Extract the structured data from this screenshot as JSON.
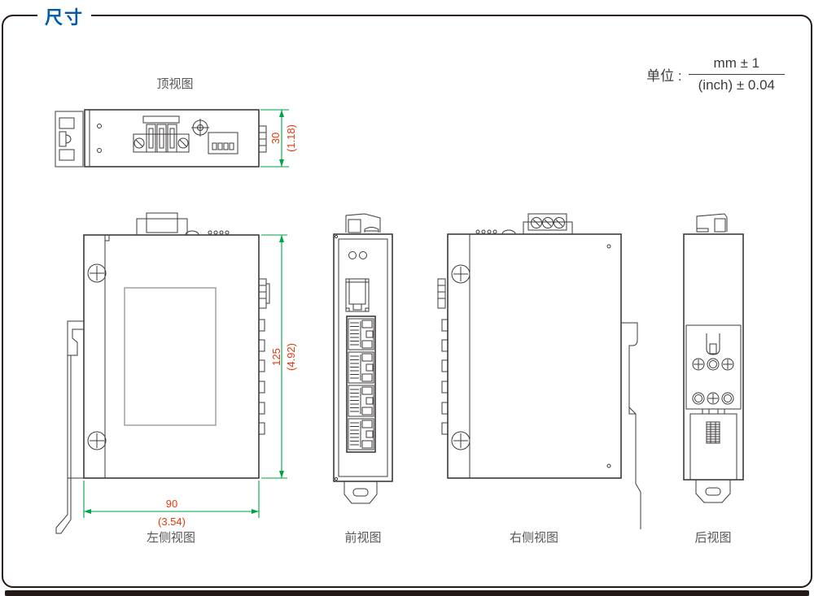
{
  "page": {
    "title": "尺寸",
    "unit_prefix": "单位 :",
    "unit_numerator": "mm ± 1",
    "unit_denominator": "(inch) ± 0.04"
  },
  "views": {
    "top": {
      "label": "顶视图"
    },
    "left": {
      "label": "左侧视图"
    },
    "front": {
      "label": "前视图"
    },
    "right": {
      "label": "右侧视图"
    },
    "rear": {
      "label": "后视图"
    }
  },
  "dimensions": {
    "depth": {
      "mm": "30",
      "inch": "(1.18)"
    },
    "height": {
      "mm": "125",
      "inch": "(4.92)"
    },
    "width": {
      "mm": "90",
      "inch": "(3.54)"
    }
  },
  "colors": {
    "accent_blue": "#005bac",
    "dimension_line_green": "#00a345",
    "dimension_text_red": "#e8380d",
    "drawing_line": "#3e3a39",
    "label_gray": "#595757",
    "frame_dark": "#231916"
  }
}
